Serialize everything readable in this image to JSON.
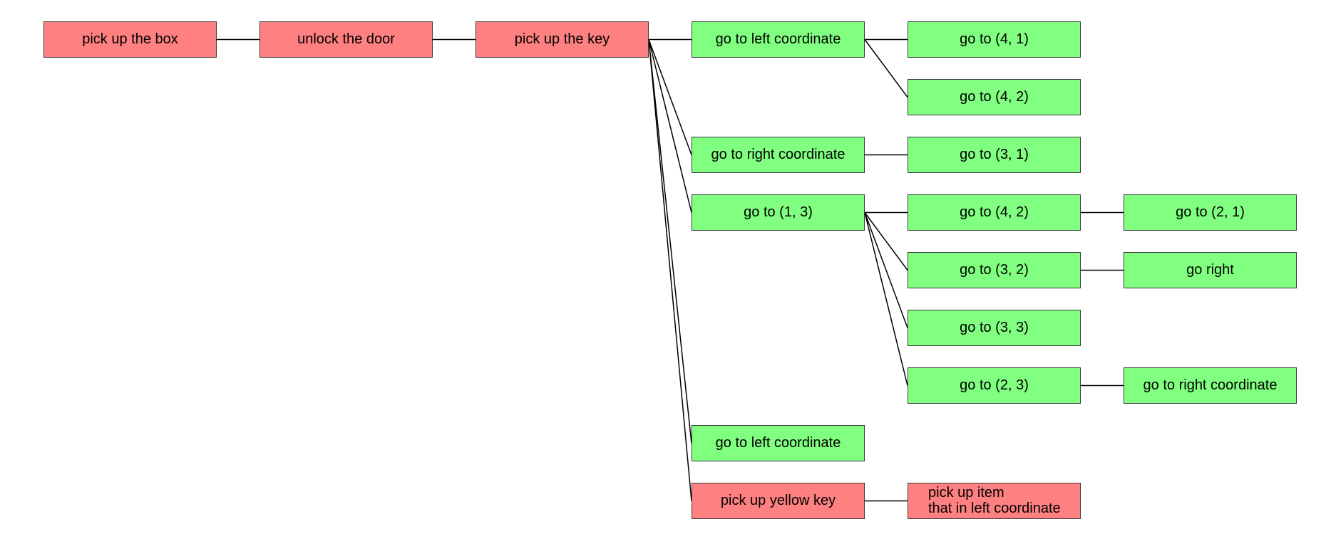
{
  "colors": {
    "task": "#ff8080",
    "action": "#80ff80",
    "edge": "#000000"
  },
  "nodes": [
    {
      "id": "n1",
      "label": "pick up the box",
      "kind": "task"
    },
    {
      "id": "n2",
      "label": "unlock the door",
      "kind": "task"
    },
    {
      "id": "n3",
      "label": "pick up the key",
      "kind": "task"
    },
    {
      "id": "n4",
      "label": "go to left coordinate",
      "kind": "action"
    },
    {
      "id": "n5",
      "label": "go to (4, 1)",
      "kind": "action"
    },
    {
      "id": "n6",
      "label": "go to (4, 2)",
      "kind": "action"
    },
    {
      "id": "n7",
      "label": "go to right coordinate",
      "kind": "action"
    },
    {
      "id": "n8",
      "label": "go to (3, 1)",
      "kind": "action"
    },
    {
      "id": "n9",
      "label": "go to (1, 3)",
      "kind": "action"
    },
    {
      "id": "n10",
      "label": "go to (4, 2)",
      "kind": "action"
    },
    {
      "id": "n11",
      "label": "go to (2, 1)",
      "kind": "action"
    },
    {
      "id": "n12",
      "label": "go to (3, 2)",
      "kind": "action"
    },
    {
      "id": "n13",
      "label": "go right",
      "kind": "action"
    },
    {
      "id": "n14",
      "label": "go to (3, 3)",
      "kind": "action"
    },
    {
      "id": "n15",
      "label": "go to (2, 3)",
      "kind": "action"
    },
    {
      "id": "n16",
      "label": "go to right coordinate",
      "kind": "action"
    },
    {
      "id": "n17",
      "label": "go to left coordinate",
      "kind": "action"
    },
    {
      "id": "n18",
      "label": "pick up yellow key",
      "kind": "task"
    },
    {
      "id": "n19",
      "label": "pick up item\nthat in left coordinate",
      "kind": "task"
    }
  ],
  "edges": [
    [
      "n1",
      "n2"
    ],
    [
      "n2",
      "n3"
    ],
    [
      "n3",
      "n4"
    ],
    [
      "n3",
      "n7"
    ],
    [
      "n3",
      "n9"
    ],
    [
      "n3",
      "n17"
    ],
    [
      "n3",
      "n18"
    ],
    [
      "n4",
      "n5"
    ],
    [
      "n4",
      "n6"
    ],
    [
      "n7",
      "n8"
    ],
    [
      "n9",
      "n10"
    ],
    [
      "n9",
      "n12"
    ],
    [
      "n9",
      "n14"
    ],
    [
      "n9",
      "n15"
    ],
    [
      "n10",
      "n11"
    ],
    [
      "n12",
      "n13"
    ],
    [
      "n15",
      "n16"
    ],
    [
      "n18",
      "n19"
    ]
  ]
}
